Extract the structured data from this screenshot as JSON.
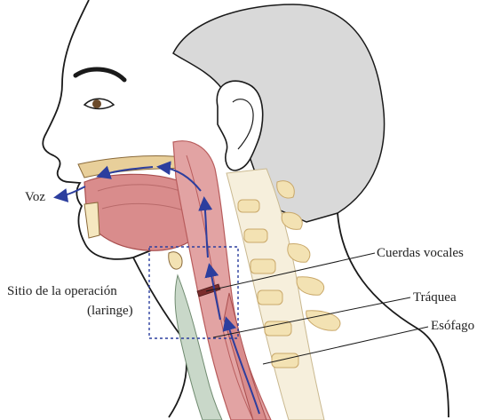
{
  "labels": {
    "voice": "Voz",
    "vocal_cords": "Cuerdas vocales",
    "surgery_site_line1": "Sitio de la operación",
    "surgery_site_line2": "(laringe)",
    "trachea": "Tráquea",
    "esophagus": "Esófago"
  },
  "colors": {
    "skin_outline": "#1a1a1a",
    "back_head": "#d9d9d9",
    "muscle": "#d98c8c",
    "muscle_dark": "#b85c5c",
    "spine": "#f3e7c9",
    "airflow_arrow": "#2c3e9e",
    "surgery_box": "#2c3e9e"
  }
}
